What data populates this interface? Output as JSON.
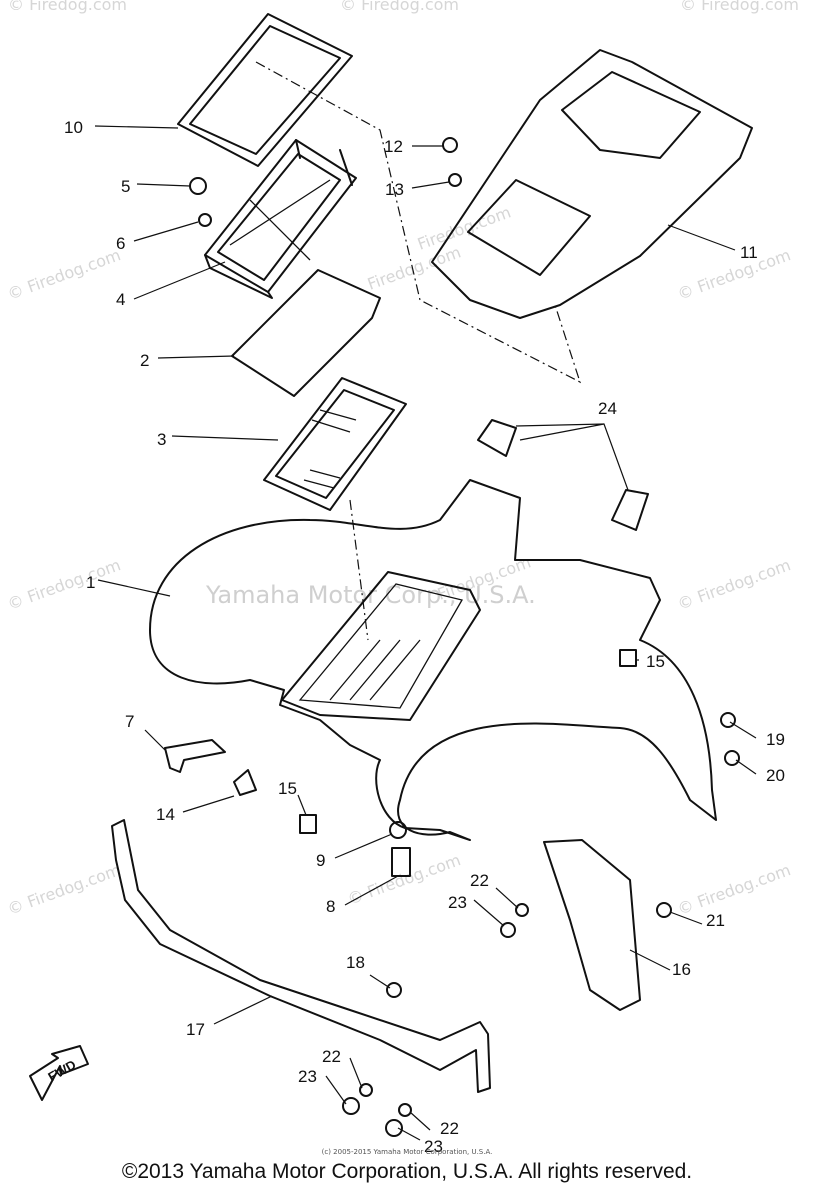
{
  "watermarks": {
    "firedog": "© Firedog.com",
    "firedog_plain": "Firedog.com",
    "yamaha": "Yamaha Motor Corp., U.S.A."
  },
  "fwd_label": "FWD",
  "part_numbers": {
    "n1": "1",
    "n2": "2",
    "n3": "3",
    "n4": "4",
    "n5": "5",
    "n6": "6",
    "n7": "7",
    "n8": "8",
    "n9": "9",
    "n10": "10",
    "n11": "11",
    "n12": "12",
    "n13": "13",
    "n14": "14",
    "n15a": "15",
    "n15b": "15",
    "n16": "16",
    "n17": "17",
    "n18": "18",
    "n19": "19",
    "n20": "20",
    "n21": "21",
    "n22a": "22",
    "n22b": "22",
    "n22c": "22",
    "n23a": "23",
    "n23b": "23",
    "n23c": "23",
    "n24": "24"
  },
  "small_copyright": "(c) 2005-2015 Yamaha Motor Corporation, U.S.A.",
  "copyright": "©2013 Yamaha Motor Corporation, U.S.A. All rights reserved."
}
